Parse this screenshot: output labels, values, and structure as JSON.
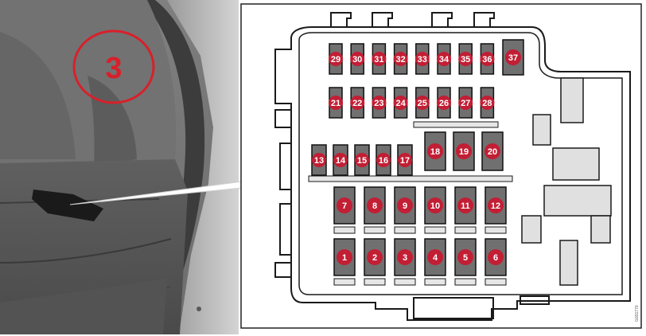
{
  "callout": {
    "number": "3",
    "color": "#d8202a"
  },
  "fuse_badge_color": "#c21e34",
  "fuse_body_color": "#707070",
  "photo_code": "G031770",
  "fuses": [
    "1",
    "2",
    "3",
    "4",
    "5",
    "6",
    "7",
    "8",
    "9",
    "10",
    "11",
    "12",
    "13",
    "14",
    "15",
    "16",
    "17",
    "18",
    "19",
    "20",
    "21",
    "22",
    "23",
    "24",
    "25",
    "26",
    "27",
    "28",
    "29",
    "30",
    "31",
    "32",
    "33",
    "34",
    "35",
    "36",
    "37"
  ]
}
